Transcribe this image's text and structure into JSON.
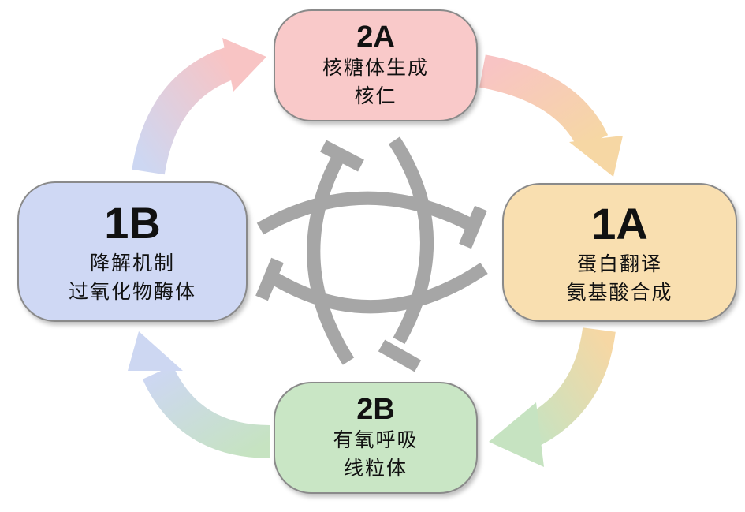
{
  "nodes": {
    "n2a": {
      "code": "2A",
      "lines": [
        "核糖体生成",
        "核仁"
      ],
      "color": "#f9c9c9"
    },
    "n1a": {
      "code": "1A",
      "lines": [
        "蛋白翻译",
        "氨基酸合成"
      ],
      "color": "#f9dfb0"
    },
    "n2b": {
      "code": "2B",
      "lines": [
        "有氧呼吸",
        "线粒体"
      ],
      "color": "#c9e6c5"
    },
    "n1b": {
      "code": "1B",
      "lines": [
        "降解机制",
        "过氧化物酶体"
      ],
      "color": "#cfd8f4"
    }
  },
  "center_icon": "crossed-arcs-symbol",
  "arrow_colors": {
    "pink": "#f8c4c4",
    "orange": "#f6d7a4",
    "green": "#c6e3c1",
    "blue": "#cdd7f2"
  }
}
